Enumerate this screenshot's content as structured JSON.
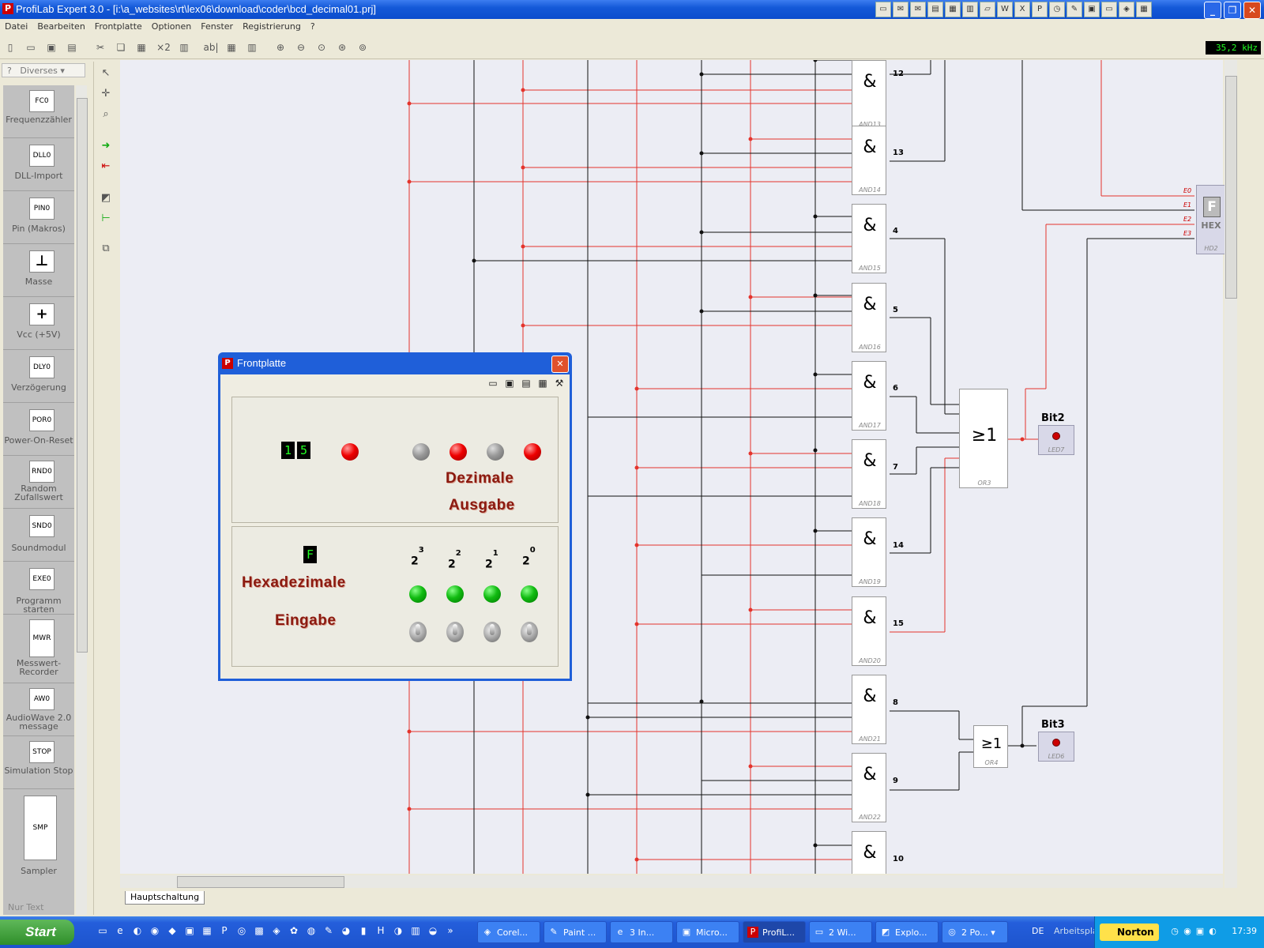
{
  "app": {
    "title": "ProfiLab Expert 3.0 - [i:\\a_websites\\rt\\lex06\\download\\coder\\bcd_decimal01.prj]",
    "icon_text": "P",
    "frequency": "35,2 kHz"
  },
  "menu": [
    "Datei",
    "Bearbeiten",
    "Frontplatte",
    "Optionen",
    "Fenster",
    "Registrierung",
    "?"
  ],
  "toolbar": {
    "x2_label": "×2",
    "ab_label": "ab|"
  },
  "palette": {
    "category": "Diverses",
    "help": "?",
    "footer": "Nur Text",
    "items": [
      {
        "label": "Frequenzzähler",
        "box": "FC0"
      },
      {
        "label": "DLL-Import",
        "box": "DLL0"
      },
      {
        "label": "Pin (Makros)",
        "box": "PIN0"
      },
      {
        "label": "Masse",
        "box": "⊥"
      },
      {
        "label": "Vcc (+5V)",
        "box": "+"
      },
      {
        "label": "Verzögerung",
        "box": "DLY0"
      },
      {
        "label": "Power-On-Reset",
        "box": "POR0"
      },
      {
        "label": "Random Zufallswert",
        "box": "RND0"
      },
      {
        "label": "Soundmodul",
        "box": "SND0"
      },
      {
        "label": "Programm starten",
        "box": "EXE0"
      },
      {
        "label": "Messwert-Recorder",
        "box": "MWR"
      },
      {
        "label": "AudioWave 2.0 message",
        "box": "AW0"
      },
      {
        "label": "Simulation Stop",
        "box": "STOP"
      },
      {
        "label": "Sampler",
        "box": "SMP"
      }
    ]
  },
  "gates": [
    {
      "name": "AND13",
      "label": "12"
    },
    {
      "name": "AND14",
      "label": "13"
    },
    {
      "name": "AND15",
      "label": "4"
    },
    {
      "name": "AND16",
      "label": "5"
    },
    {
      "name": "AND17",
      "label": "6"
    },
    {
      "name": "AND18",
      "label": "7"
    },
    {
      "name": "AND19",
      "label": "14"
    },
    {
      "name": "AND20",
      "label": "15"
    },
    {
      "name": "AND21",
      "label": "8"
    },
    {
      "name": "AND22",
      "label": "9"
    },
    {
      "name": "",
      "label": "10"
    }
  ],
  "and_symbol": "&",
  "or_gates": [
    {
      "name": "OR3",
      "symbol": "≥1"
    },
    {
      "name": "OR4",
      "symbol": "≥1"
    }
  ],
  "leds": [
    {
      "title": "Bit2",
      "name": "LED7"
    },
    {
      "title": "Bit3",
      "name": "LED6"
    }
  ],
  "hex_display": {
    "digit": "F",
    "label": "HEX",
    "name": "HD2",
    "inputs": [
      "E0",
      "E1",
      "E2",
      "E3"
    ]
  },
  "frontpanel": {
    "title": "Frontplatte",
    "decimal_digits": [
      "1",
      "5"
    ],
    "decimal_title_1": "Dezimale",
    "decimal_title_2": "Ausgabe",
    "hex_digit": "F",
    "hex_title_1": "Hexadezimale",
    "hex_title_2": "Eingabe",
    "powers": [
      {
        "base": "2",
        "exp": "3"
      },
      {
        "base": "2",
        "exp": "2"
      },
      {
        "base": "2",
        "exp": "1"
      },
      {
        "base": "2",
        "exp": "0"
      }
    ],
    "output_leds": [
      "gray",
      "red",
      "gray",
      "red"
    ]
  },
  "sheet_tab": "Hauptschaltung",
  "taskbar": {
    "start": "Start",
    "tasks": [
      "Corel...",
      "Paint ...",
      "3 In...",
      "Micro...",
      "ProfiL...",
      "2 Wi...",
      "Explo...",
      "2 Po..."
    ],
    "lang": "DE",
    "workspace": "Arbeitsplatz",
    "norton": "Norton",
    "clock": "17:39"
  },
  "colors": {
    "wire_red": "#e4342c",
    "wire_black": "#111111",
    "titlebar": "#0b4ccd"
  }
}
